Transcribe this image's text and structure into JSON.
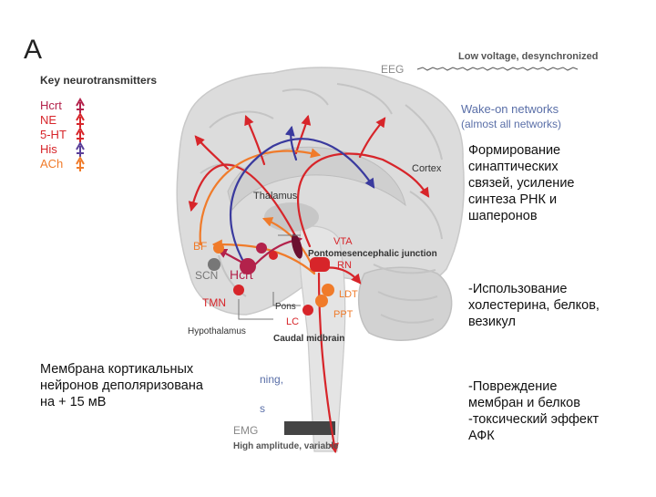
{
  "panel_letter": "A",
  "legend": {
    "title": "Key neurotransmitters",
    "items": [
      {
        "label": "Hcrt",
        "color": "#b3224b"
      },
      {
        "label": "NE",
        "color": "#d7252a"
      },
      {
        "label": "5-HT",
        "color": "#d7252a"
      },
      {
        "label": "His",
        "color": "#5a3f99"
      },
      {
        "label": "ACh",
        "color": "#f07b2a"
      }
    ]
  },
  "eeg": {
    "label": "EEG",
    "trace_label": "Low voltage, desynchronized"
  },
  "wake_networks": {
    "title": "Wake-on networks",
    "subtitle": "(almost all networks)"
  },
  "regions": {
    "cortex": "Cortex",
    "thalamus": "Thalamus",
    "vta": "VTA",
    "pontomesencephalic": "Pontomesencephalic junction",
    "rn": "RN",
    "bf": "BF",
    "scn": "SCN",
    "hcrt": "Hcrt",
    "tmn": "TMN",
    "pons": "Pons",
    "ldt": "LDT",
    "ppt": "PPT",
    "lc": "LC",
    "hypothalamus": "Hypothalamus",
    "caudal_midbrain": "Caudal midbrain",
    "partial_1": "ning,",
    "partial_2": "s"
  },
  "emg": {
    "label": "EMG",
    "trace_label": "High amplitude, variable"
  },
  "annotations": {
    "top_right": "Формирование\nсинаптических\nсвязей, усиление\nсинтеза РНК и\nшаперонов",
    "middle_right": "-Использование\nхолестерина, белков,\nвезикул",
    "bottom_right": "-Повреждение\nмембран и белков\n-токсический эффект\nАФК",
    "bottom_left": "Мембрана кортикальных\nнейронов деполяризована\nна + 15 мВ"
  },
  "colors": {
    "hcrt": "#b3224b",
    "red": "#d7252a",
    "orange": "#f07b2a",
    "purple": "#5a3f99",
    "blue": "#3a3a9e",
    "brain_fill": "#dcdcdc",
    "brain_dark": "#bdbdbd",
    "scn_gray": "#777777",
    "vta_dark": "#6b1030"
  }
}
